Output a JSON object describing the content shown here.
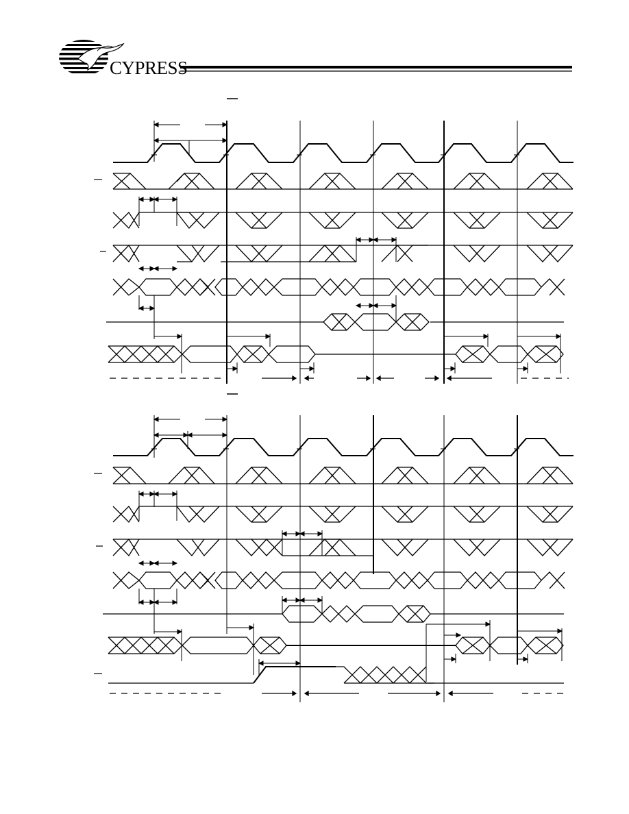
{
  "header": {
    "brand": "CYPRESS",
    "logo_icon": "cypress-tree-logo-icon"
  },
  "colors": {
    "ink": "#000000",
    "paper": "#ffffff"
  },
  "diagrams": [
    {
      "signal_count": 9,
      "clock_cycles": 6
    },
    {
      "signal_count": 10,
      "clock_cycles": 6
    }
  ]
}
